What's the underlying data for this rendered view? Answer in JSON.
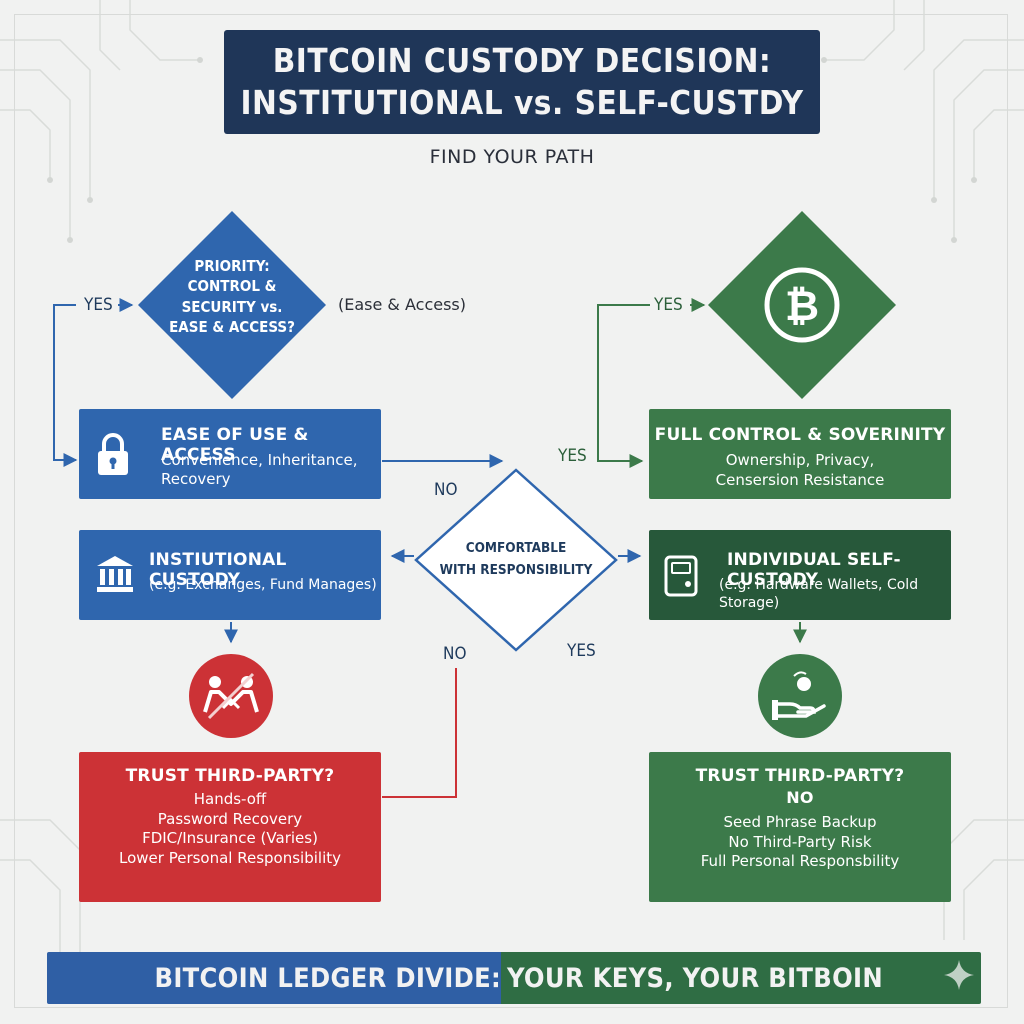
{
  "title": {
    "line1": "BITCOIN CUSTODY DECISION:",
    "line2": "INSTITUTIONAL vs. SELF-CUSTDY"
  },
  "subtitle": "FIND YOUR PATH",
  "diamond_left": {
    "line1": "PRIORITY:",
    "line2": "CONTROL &",
    "line3": "SECURITY vs.",
    "line4": "EASE & ACCESS?"
  },
  "diamond_left_side_label": "(Ease & Access)",
  "diamond_center": {
    "line1": "COMFORTABLE",
    "line2": "WITH RESPONSIBILITY"
  },
  "labels": {
    "yes_left_top": "YES",
    "yes_right_top": "YES",
    "yes_right_mid": "YES",
    "no_mid": "NO",
    "no_lower": "NO",
    "yes_lower": "YES"
  },
  "ease_box": {
    "title": "EASE OF USE & ACCESS",
    "line1": "Convenience, Inheritance,",
    "line2": "Recovery"
  },
  "control_box": {
    "title": "FULL CONTROL & SOVERINITY",
    "line1": "Ownership, Privacy,",
    "line2": "Censersion Resistance"
  },
  "institutional_box": {
    "title": "INSTIUTIONAL CUSTODY",
    "line1": "(e.g. Exchanges, Fund Manages)"
  },
  "self_box": {
    "title": "INDIVIDUAL SELF-CUSTODY",
    "line1": "(e.g. Hardware Wallets, Cold Storage)"
  },
  "trust_left": {
    "title": "TRUST THIRD-PARTY?",
    "line1": "Hands-off",
    "line2": "Password Recovery",
    "line3": "FDIC/Insurance (Varies)",
    "line4": "Lower Personal Responsibility"
  },
  "trust_right": {
    "title": "TRUST THIRD-PARTY?",
    "answer": "NO",
    "line1": "Seed Phrase Backup",
    "line2": "No Third-Party Risk",
    "line3": "Full Personal Responsbility"
  },
  "banner": {
    "left": "BITCOIN LEDGER DIVIDE:",
    "right": "YOUR KEYS, YOUR BITBOIN"
  },
  "icons": {
    "lock": "lock-icon",
    "bank": "bank-icon",
    "wallet": "wallet-icon",
    "bitcoin": "bitcoin-icon",
    "handshake": "handshake-icon",
    "hand_coin": "hand-coin-icon",
    "sparkle": "sparkle-icon"
  },
  "colors": {
    "navy": "#1f3658",
    "blue": "#2f66ae",
    "green": "#3c7a4a",
    "dark_green": "#27583a",
    "red": "#cc3236"
  }
}
